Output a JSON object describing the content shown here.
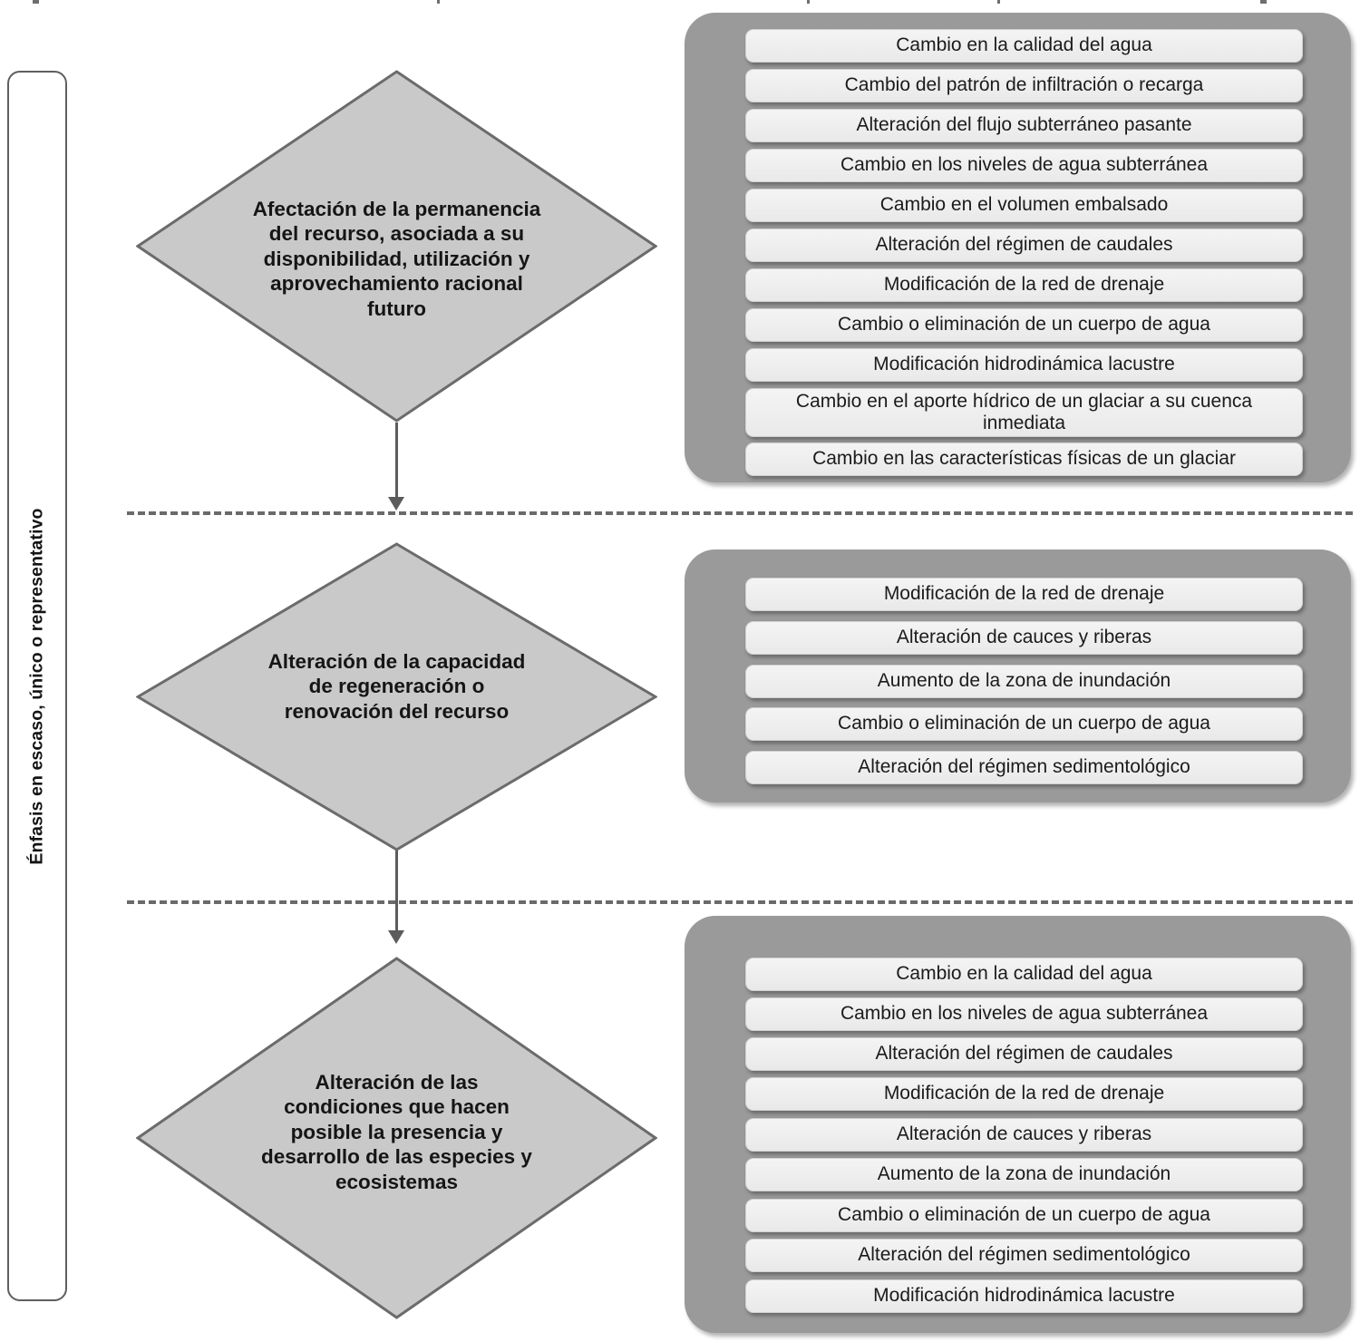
{
  "emphasis_axis": {
    "label": "Énfasis en escaso, único o representativo"
  },
  "stages": [
    {
      "id": "stage-1",
      "decision_label": "Afectación de la permanencia\ndel recurso, asociada a su\ndisponibilidad, utilización y\naprovechamiento racional\nfuturo",
      "items": [
        "Cambio en la calidad del agua",
        "Cambio del patrón de infiltración o recarga",
        "Alteración del flujo subterráneo pasante",
        "Cambio en los niveles de agua subterránea",
        "Cambio en el volumen embalsado",
        "Alteración del régimen de caudales",
        "Modificación de la red de drenaje",
        "Cambio o eliminación de un cuerpo de agua",
        "Modificación hidrodinámica lacustre",
        "Cambio en el aporte hídrico de un  glaciar a su cuenca inmediata",
        "Cambio en las características físicas de un glaciar"
      ]
    },
    {
      "id": "stage-2",
      "decision_label": "Alteración de la capacidad\nde regeneración o\nrenovación del recurso",
      "items": [
        "Modificación de la red de drenaje",
        "Alteración de cauces y riberas",
        "Aumento de la zona de inundación",
        "Cambio o eliminación de un cuerpo de agua",
        "Alteración del régimen sedimentológico"
      ]
    },
    {
      "id": "stage-3",
      "decision_label": "Alteración de las\ncondiciones que hacen\nposible la presencia y\ndesarrollo de las especies y\necosistemas",
      "items": [
        "Cambio en la calidad del agua",
        "Cambio en los niveles de agua subterránea",
        "Alteración del régimen de caudales",
        "Modificación de la red de drenaje",
        "Alteración de cauces y riberas",
        "Aumento de la zona de inundación",
        "Cambio o eliminación de un cuerpo de agua",
        "Alteración del régimen sedimentológico",
        "Modificación hidrodinámica lacustre"
      ]
    }
  ],
  "colors": {
    "diamond_fill": "#c9c9c9",
    "diamond_stroke": "#6b6b6b",
    "panel_fill": "#9a9a9a",
    "item_fill": "#efefef",
    "connector": "#5c5c5c",
    "divider": "#6a6a6a"
  }
}
